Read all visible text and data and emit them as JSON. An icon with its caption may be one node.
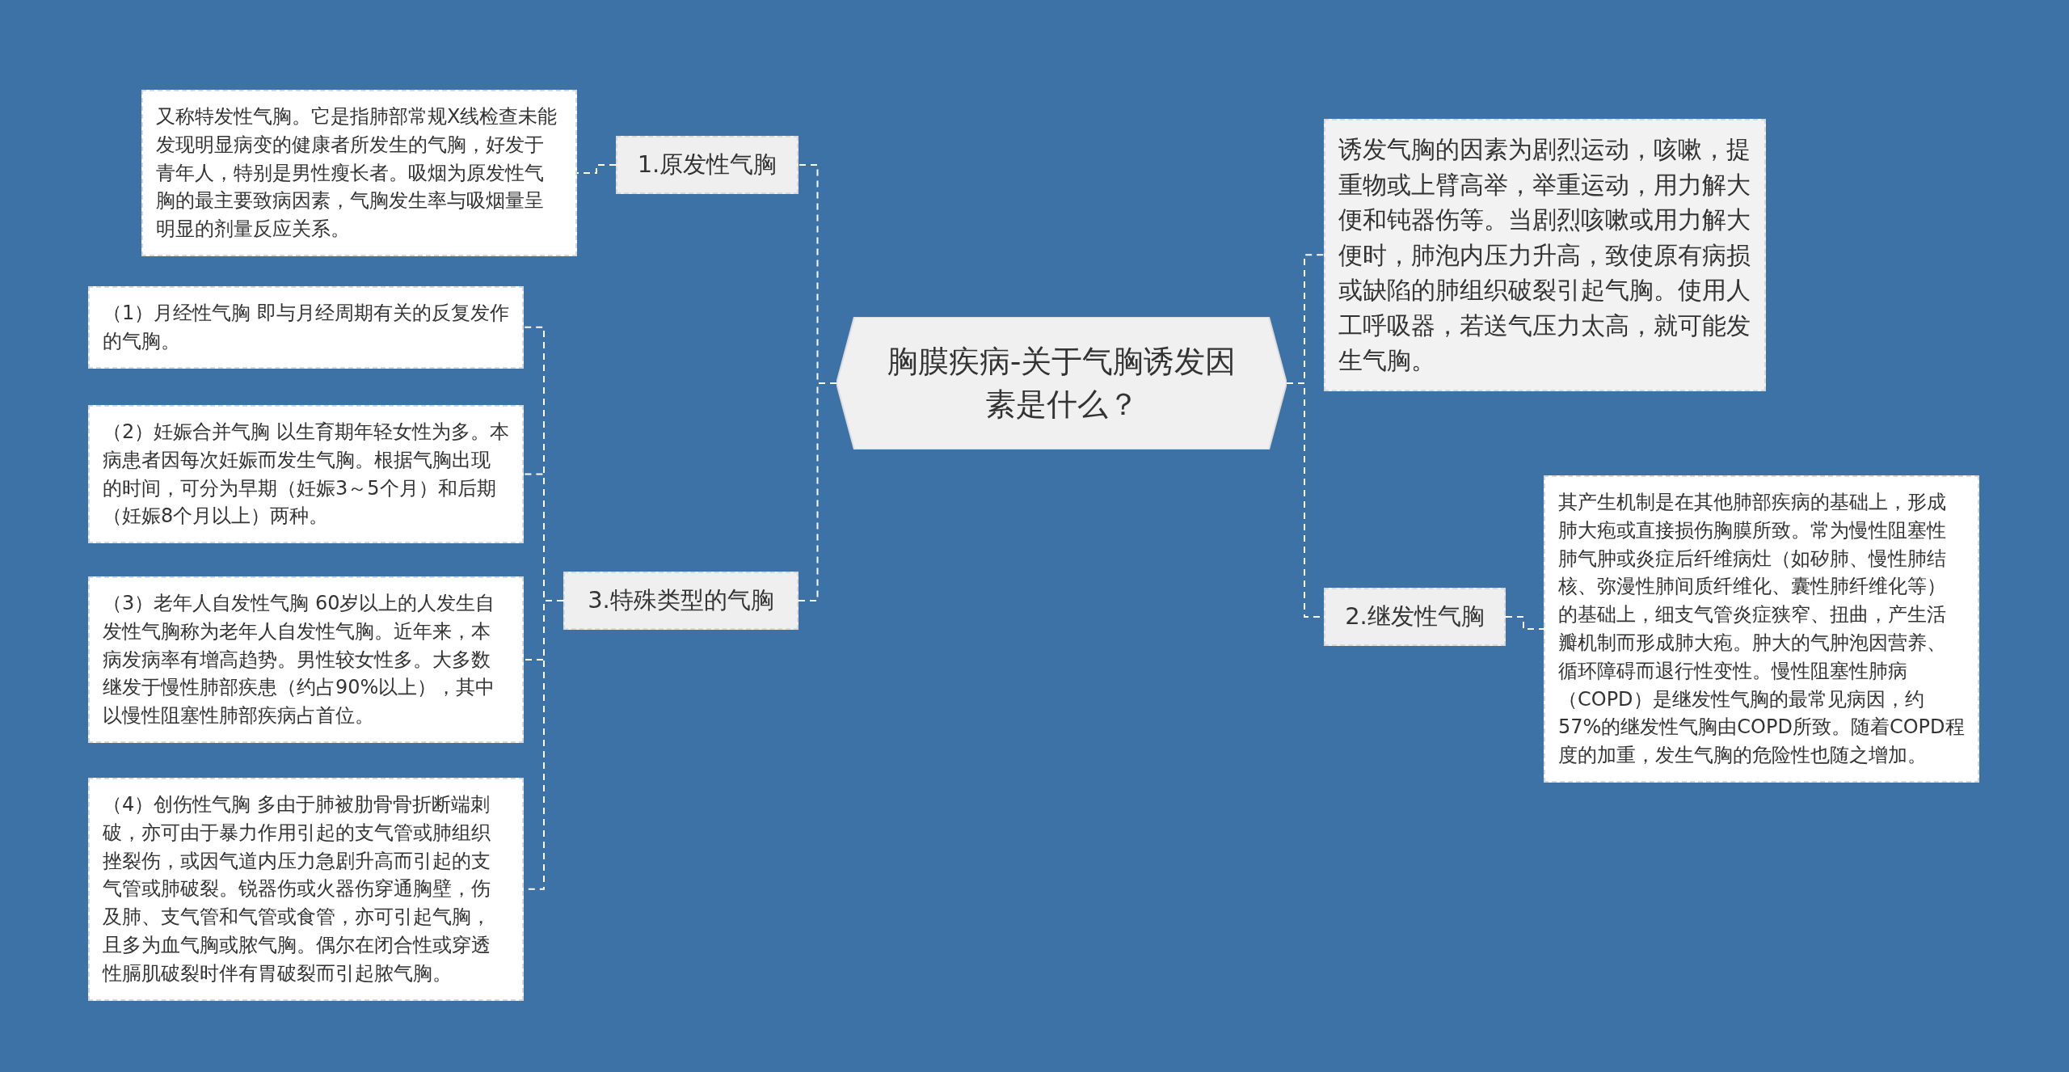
{
  "diagram": {
    "nodes": [
      {
        "text": [
          "胸膜疾病-关于气胸诱发因素是什么？"
        ]
      },
      {
        "text": [
          "1.原发性气胸"
        ]
      },
      {
        "text": [
          "又称特发性气胸。它是指肺部常规X线检查未能发现明显病变的健康者所发生的气胸，好发于青年人，特别是男性瘦长者。吸烟为原发性气胸的最主要致病因素，气胸发生率与吸烟量呈明显的剂量反应关系。"
        ]
      },
      {
        "text": [
          "3.特殊类型的气胸"
        ]
      },
      {
        "text": [
          "（1）月经性气胸  即与月经周期有关的反复发作的气胸。"
        ]
      },
      {
        "text": [
          "（2）妊娠合并气胸  以生育期年轻女性为多。本病患者因每次妊娠而发生气胸。根据气胸出现的时间，可分为早期（妊娠3～5个月）和后期（妊娠8个月以上）两种。"
        ]
      },
      {
        "text": [
          "（3）老年人自发性气胸  60岁以上的人发生自发性气胸称为老年人自发性气胸。近年来，本病发病率有增高趋势。男性较女性多。大多数继发于慢性肺部疾患（约占90%以上），其中以慢性阻塞性肺部疾病占首位。"
        ]
      },
      {
        "text": [
          "（4）创伤性气胸  多由于肺被肋骨骨折断端刺破，亦可由于暴力作用引起的支气管或肺组织挫裂伤，或因气道内压力急剧升高而引起的支气管或肺破裂。锐器伤或火器伤穿通胸壁，伤及肺、支气管和气管或食管，亦可引起气胸，且多为血气胸或脓气胸。偶尔在闭合性或穿透性膈肌破裂时伴有胃破裂而引起脓气胸。"
        ]
      },
      {
        "text": [
          "诱发气胸的因素为剧烈运动，咳嗽，提重物或上臂高举，举重运动，用力解大便和钝器伤等。当剧烈咳嗽或用力解大便时，肺泡内压力升高，致使原有病损或缺陷的肺组织破裂引起气胸。使用人工呼吸器，若送气压力太高，就可能发生气胸。"
        ]
      },
      {
        "text": [
          "2.继发性气胸"
        ]
      },
      {
        "text": [
          "其产生机制是在其他肺部疾病的基础上，形成肺大疱或直接损伤胸膜所致。常为慢性阻塞性肺气肿或炎症后纤维病灶（如矽肺、慢性肺结核、弥漫性肺间质纤维化、囊性肺纤维化等）的基础上，细支气管炎症狭窄、扭曲，产生活瓣机制而形成肺大疱。肿大的气肿泡因营养、循环障碍而退行性变性。慢性阻塞性肺病（COPD）是继发性气胸的最常见病因，约57%的继发性气胸由COPD所致。随着COPD程度的加重，发生气胸的危险性也随之增加。"
        ]
      }
    ],
    "edges": [
      {
        "from": 0,
        "to": 1,
        "arrow": "none"
      },
      {
        "from": 0,
        "to": 3,
        "arrow": "none"
      },
      {
        "from": 0,
        "to": 8,
        "arrow": "none"
      },
      {
        "from": 0,
        "to": 9,
        "arrow": "none"
      },
      {
        "from": 1,
        "to": 2,
        "arrow": "none"
      },
      {
        "from": 3,
        "to": 4,
        "arrow": "none"
      },
      {
        "from": 3,
        "to": 5,
        "arrow": "none"
      },
      {
        "from": 3,
        "to": 6,
        "arrow": "none"
      },
      {
        "from": 3,
        "to": 7,
        "arrow": "none"
      },
      {
        "from": 9,
        "to": 10,
        "arrow": "none"
      }
    ]
  }
}
